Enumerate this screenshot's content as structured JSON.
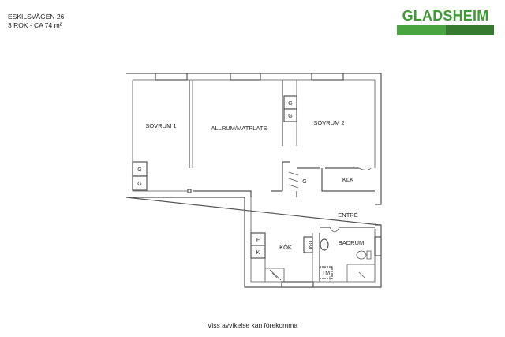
{
  "header": {
    "address": "ESKILSVÄGEN 26",
    "size": "3 ROK - CA 74 m²"
  },
  "brand": {
    "name": "GLADSHEIM",
    "color": "#3f9a36",
    "bar_colors": [
      "#4aa43f",
      "#357a2e"
    ]
  },
  "rooms": {
    "sovrum1": "SOVRUM 1",
    "allrum": "ALLRUM/MATPLATS",
    "sovrum2": "SOVRUM 2",
    "klk": "KLK",
    "entre": "ENTRÉ",
    "kok": "KÖK",
    "badrum": "BADRUM"
  },
  "appliances": {
    "g_label": "G",
    "f_label": "F",
    "k_label": "K",
    "dm_label": "DM",
    "tm_label": "TM"
  },
  "footer": {
    "disclaimer": "Viss avvikelse kan förekomma"
  }
}
